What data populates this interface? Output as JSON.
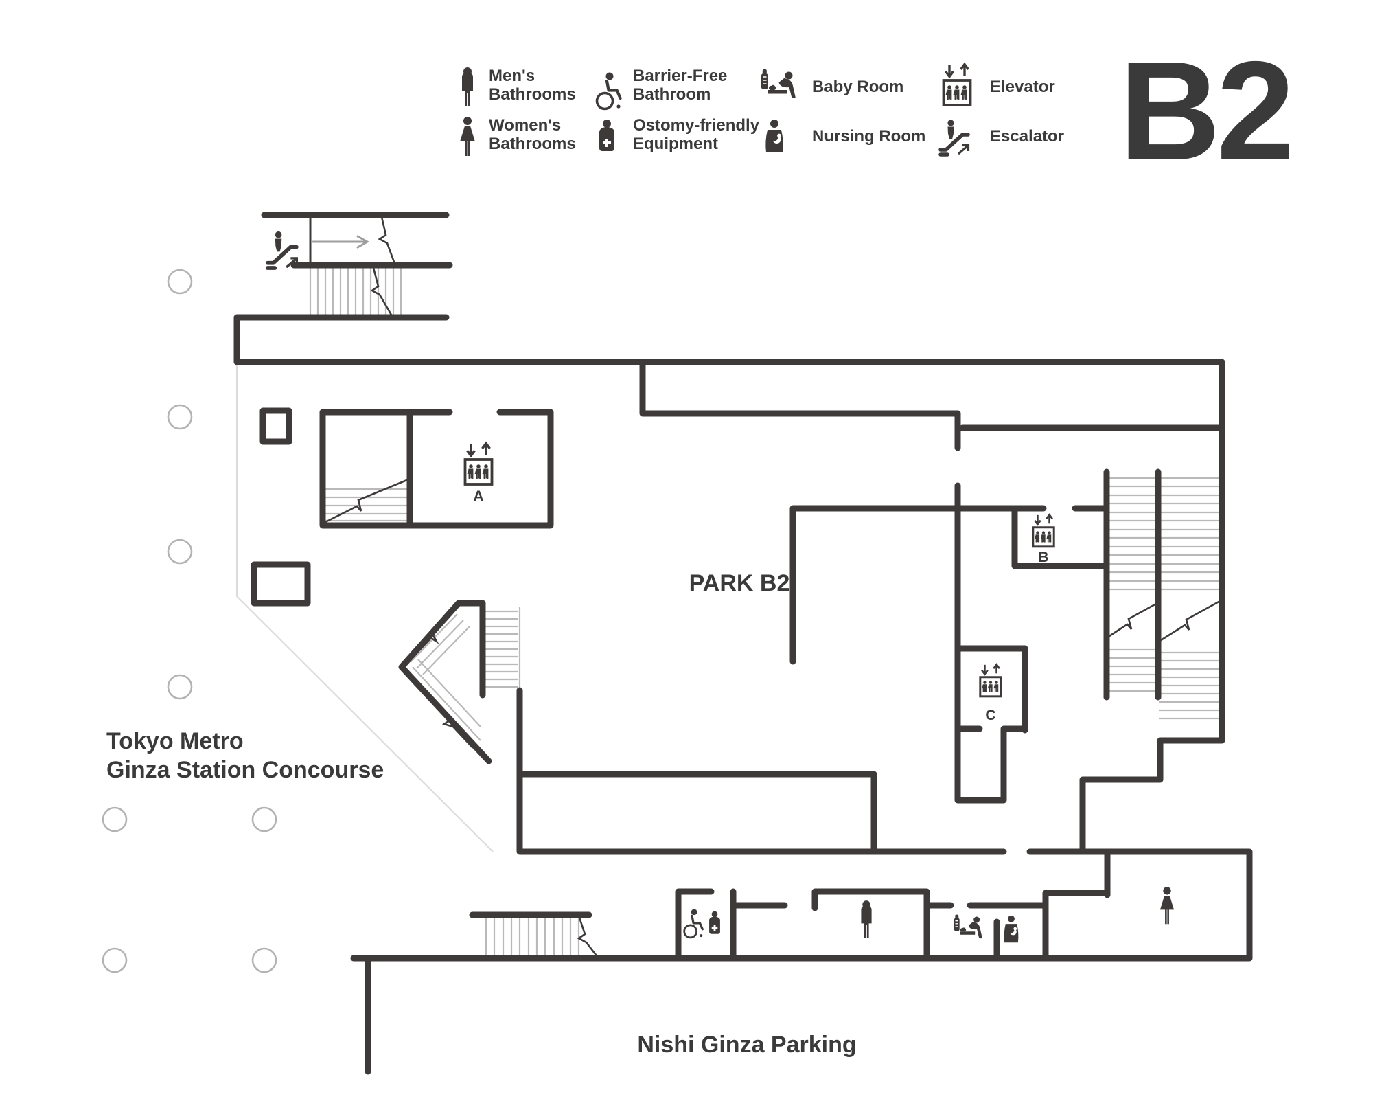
{
  "title": "B2",
  "legend": {
    "items": [
      {
        "icon": "mens-bathroom-icon",
        "line1": "Men's",
        "line2": "Bathrooms"
      },
      {
        "icon": "barrier-free-icon",
        "line1": "Barrier-Free",
        "line2": "Bathroom"
      },
      {
        "icon": "baby-room-icon",
        "line1": "Baby Room",
        "line2": ""
      },
      {
        "icon": "elevator-icon",
        "line1": "Elevator",
        "line2": ""
      },
      {
        "icon": "womens-bathroom-icon",
        "line1": "Women's",
        "line2": "Bathrooms"
      },
      {
        "icon": "ostomy-icon",
        "line1": "Ostomy-friendly",
        "line2": "Equipment"
      },
      {
        "icon": "nursing-room-icon",
        "line1": "Nursing Room",
        "line2": ""
      },
      {
        "icon": "escalator-icon",
        "line1": "Escalator",
        "line2": ""
      }
    ]
  },
  "map": {
    "areas": {
      "park": "PARK B2",
      "concourse_line1": "Tokyo Metro",
      "concourse_line2": "Ginza Station Concourse",
      "parking": "Nishi Ginza Parking"
    },
    "elevators": [
      {
        "label": "A"
      },
      {
        "label": "B"
      },
      {
        "label": "C"
      }
    ]
  },
  "colors": {
    "wall": "#3d3a39",
    "text": "#3a3a3a",
    "tread": "#b9b9b9",
    "arrow": "#9e9e9e",
    "pillar": "#b3b3b3",
    "faint": "#dcdcdc"
  }
}
